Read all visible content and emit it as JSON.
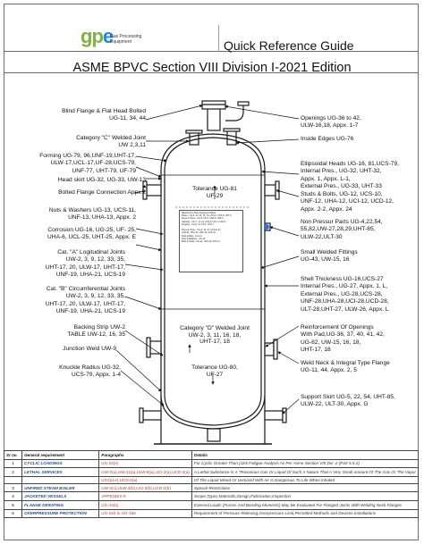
{
  "header": {
    "logo_text": "gpe",
    "logo_subtitle": "Gas Processing Equipment",
    "guide_title": "Quick Reference Guide"
  },
  "title": "ASME BPVC Section VIII Division I-2021 Edition",
  "left_labels": [
    [
      "Blind Flange & Flat Head Bolted",
      "UG-11, 34, 44"
    ],
    [
      "Category \"C\" Welded Joint",
      "UW 2,3,11"
    ],
    [
      "Forming UG-79, 96,UNF-19,UHT-17,",
      "ULW-17,UCL-17,UF-28,UCS-79,",
      "UNF-77, UHT-79, UF-79"
    ],
    [
      "Head skirt UG-32, UG-33, UW-13"
    ],
    [
      "Bolted Flange Connection Appx.2"
    ],
    [
      "Nuts & Washers UG-13, UCS-11,",
      "UNF-13, UHA-13, Appx. 2"
    ],
    [
      "Corrosion UG-16, UG-25, UF- 25,",
      "UHA-6, UCL-25, UHT-25, Appx. E"
    ],
    [
      "Cat. \"A\" Logitudinal Joints",
      "UW-2, 3, 9, 12, 33, 35,",
      "UHT-17, 20, ULW-17, UHT-17,",
      "UNF-19, UHA-21, UCS-19"
    ],
    [
      "Cat. \"B\" Circumferential Joints",
      "UW-2, 3, 9, 12, 33, 35,",
      "UHT-17, 20, ULW-17, UHT-17,",
      "UNF-19, UHA-21, UCS-19"
    ],
    [
      "Backing Strip UW-2",
      "TABLE UW-12, 16, 35"
    ],
    [
      "Junction Weld UW-9"
    ],
    [
      "Knuckle Radius UG-32,",
      "UCS-79, Appx. 1-4"
    ]
  ],
  "right_labels": [
    [
      "Openings UG-36 to 42,",
      "ULW-16,18, Appx. 1-7"
    ],
    [
      "Inside Edges UG-76"
    ],
    [
      "Ellipsoidal Heads UG-16, 81,UCS-79,",
      "Internal Pres., UG-32, UHT-32,",
      "Appx. 1, Appx. L-1,",
      "External Pres., UG-33, UHT-33"
    ],
    [
      "Studs & Bolts, UG-12, UCS-10,",
      "UNF-12, UHA-12, UCI-12, UCD-12,",
      "Appx. 2-2, Appx. 24"
    ],
    [
      "Non Pressur Parts UG-4,22,54,",
      "55,82,UW-27,28,29,UHT-85,",
      "ULW-22,ULT-30"
    ],
    [
      "Small Welded Fittings",
      "UG-43, UW-15, 16"
    ],
    [
      "Shell Thickness UG-16,UCS-27",
      "Internal Pres., UG-27, Appx. 1, L,",
      "External Pres., UG-28,UCS-28,",
      "UNF-28,UHA-28,UCI-28,UCD-28,",
      "ULT-28,UHT-27, ULW-26, Appx. L"
    ],
    [
      "Reinforcement Of Openings",
      "With Pad,UG-36, 37, 40, 41, 42,",
      "UG-82, UW-15, 16, 18,",
      "UHT-17, 18"
    ],
    [
      "Weld Neck & Integral Type Flange",
      "UG-11, 44, Appx. 2, 5"
    ],
    [
      "Support Skirt UG-5, 22, 54, UHT-85,",
      "ULW-22, ULT-30, Appx. G"
    ]
  ],
  "inside_labels": {
    "tol_top": [
      "Tolerance UG-81",
      "UF-29"
    ],
    "cat_d": [
      "Category \"D\" Welded Joint",
      "UW-2, 3, 11, 16, 18,",
      "UHT-17, 18"
    ],
    "tol_bottom": [
      "Tolerance UG-80,",
      "UF-27"
    ]
  },
  "inner_table": [
    "Material And Heat Treatment Tables",
    "Plates : UG-5, 10, 15, 78, 79, UCS-6, UHA-5, UHT-5",
    "Pipes & Tubes : UG-8, UF-6, UHA-6, UNF-6",
    "Castings : UG-7, 11, 24, UCS-8, UCI-1, UCD-1",
    "Forgings : UG-6, 11, UF-6, UCS-7",
    "",
    "Pipes & Tubes : UG-8, 16, 31, UCS-9, 27,",
    "UHA-26, UHA-31, UNF-31, UHA-31",
    "Rods & Bars : UG-14",
    "Nuts & Washers : UG-13",
    "Bolts & Studs : UG-12, UCS-10, UHT-12"
  ],
  "table": {
    "headers": [
      "Sr no",
      "General requirement",
      "Paragraphs",
      "Details"
    ],
    "rows": [
      [
        "1",
        "CYCLIC LOADINGS",
        "UG-22(e)",
        "For Cyclic Greater Than (1E6 Fatigue Analysis As Per Asme Section VIII Div -2 (Part 5.5.2)"
      ],
      [
        "2",
        "LETHAL SERVICES",
        "UW-2(a),UW-11(a),ULW-8(a),UCI-2(a),UCD-2(a)",
        "A Lethal Substance Is A \"Poisonous Gas Or Liquid Of Such A Nature That A Very Small Amount Of The Gas Or The Vapor"
      ],
      [
        "",
        "",
        "UG2(d-e),UCD-2(a)",
        "Of The Liquid Mixed Or Unmixed With Air Is Dangerous To Life When Inhaled"
      ],
      [
        "3",
        "UNFIRED STEAM BOILER",
        "UW-2(c),ULW-3(b),UCI-2(b),UCD-2(b)",
        "Special Restrictions"
      ],
      [
        "4",
        "JACKETED VESSELS",
        "APPENDIX-9",
        "Scope,Types,Materials,Design,Fabrication,Inspection"
      ],
      [
        "5",
        "FLANGE DERATING",
        "UG-44(b)",
        "External Loads (Forces And Bending Moments) May Be Evaluated For Flanged Joints With Welding Neck Flanges"
      ],
      [
        "6",
        "OVERPRESSURE PROTECTION",
        "UG-150 to UG-156",
        "Requirement of Pressure Relieving,Overpressure Limit,Permitted Methods and Devices,Installations"
      ]
    ]
  },
  "colors": {
    "vessel_line": "#1a1a1a",
    "arrow": "#111111",
    "logo_green": "#7cb342",
    "logo_blue": "#1e88e5",
    "header_blue": "#1f4e9a",
    "paragraph_red": "#c0392b"
  }
}
